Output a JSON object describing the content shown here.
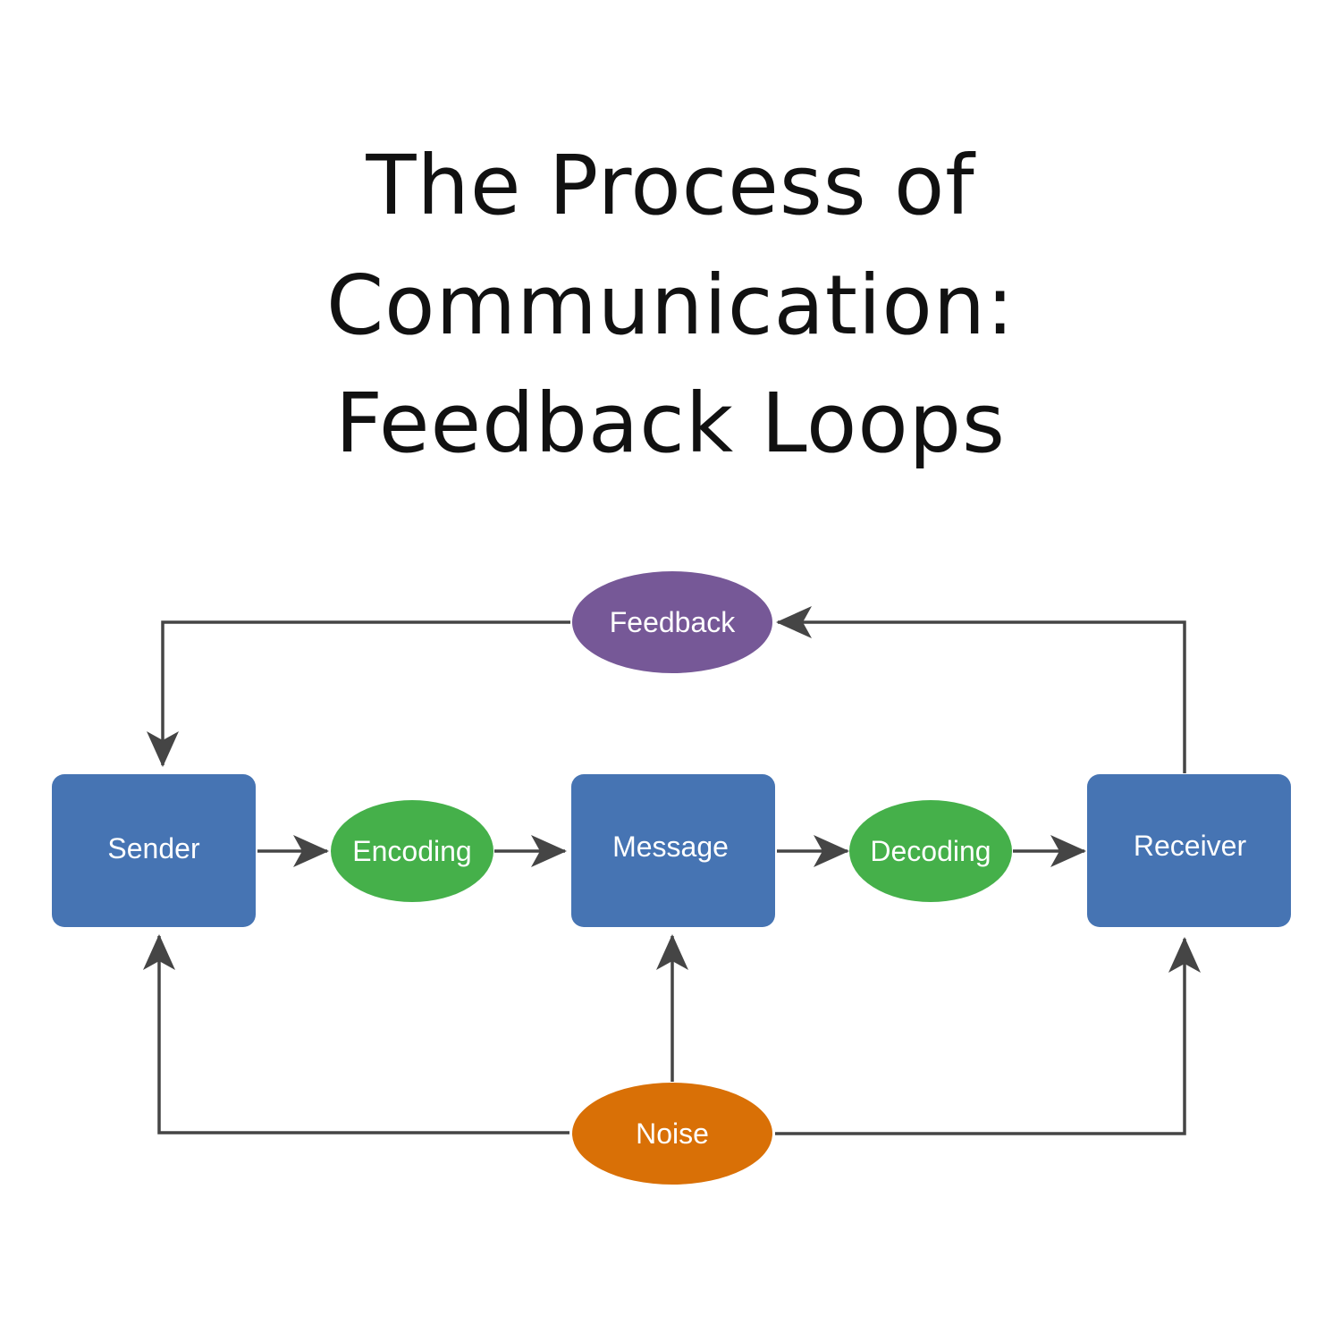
{
  "title": {
    "lines": [
      "The Process of",
      "Communication:",
      "Feedback Loops"
    ]
  },
  "nodes": {
    "sender": "Sender",
    "encoding": "Encoding",
    "message": "Message",
    "decoding": "Decoding",
    "receiver": "Receiver",
    "feedback": "Feedback",
    "noise": "Noise"
  },
  "colors": {
    "box": "#4674b3",
    "encode_decode": "#45b04a",
    "feedback": "#765897",
    "noise": "#d97006",
    "arrow": "#454545",
    "title": "#111111"
  }
}
